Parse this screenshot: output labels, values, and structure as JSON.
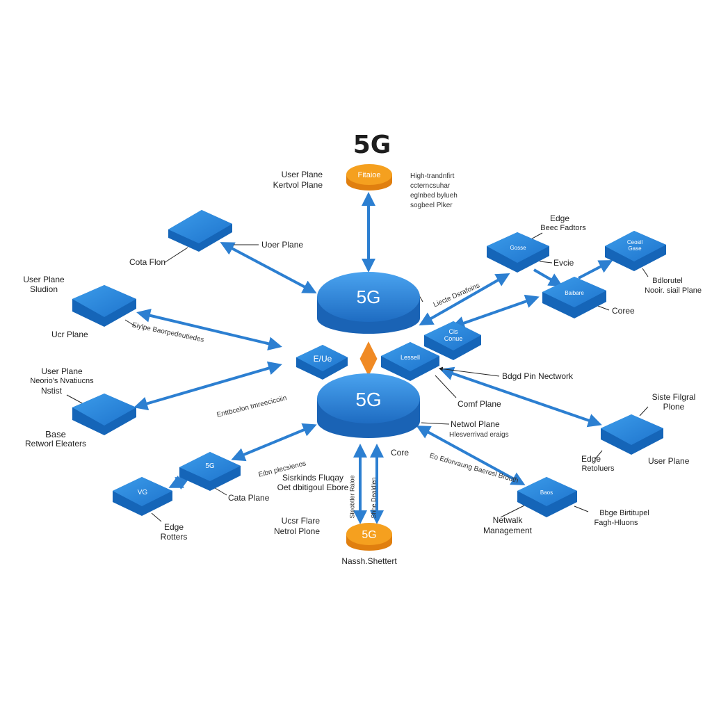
{
  "title": "5G",
  "colors": {
    "node_top": "#2f8ee0",
    "node_side": "#1565b8",
    "core_top": "#2f8ee0",
    "core_side": "#1f6fc4",
    "accent": "#f5a01f",
    "accent_side": "#e07f0f",
    "arrow": "#2c7fd1",
    "arrow_accent": "#f08a24",
    "background": "#ffffff"
  },
  "core_upper": {
    "label": "5G"
  },
  "core_lower": {
    "label": "5G"
  },
  "top_badge": {
    "label": "Fitaioe"
  },
  "bottom_badge": {
    "label": "5G"
  },
  "nodes": {
    "center_left": "E/Ue",
    "center_right": "Lessell",
    "center_upper_right": "Cis\nConue",
    "left_lower_inner": "5G",
    "left_lower_outer": "VG",
    "right_top_a": "Gosse",
    "right_top_b": "Ceosil\nGase",
    "right_mid": "Baibare",
    "right_bottom": "Baos"
  },
  "labels": {
    "top_left_1": "User Plane",
    "top_left_2": "Kertvol Plane",
    "top_right_1": "High-trandnfirt",
    "top_right_2": "ccterncsuhar",
    "top_right_3": "eglnbed bylueh",
    "top_right_4": "sogbeel Plker",
    "ul_arrow": "Uoer Plane",
    "ul_node": "Cota Flon",
    "left_top_1": "User Plane",
    "left_top_2": "Sludion",
    "left_top_3": "Ucr Plane",
    "left_arrow": "Eiylpe Baorpedeutiedes",
    "left_mid_1": "User Plane",
    "left_mid_2": "Neorio's Nvatiucns",
    "left_mid_3": "Nstist",
    "left_mid_arrow": "Enttbcelon tmreecicoiin",
    "left_low_1": "Base",
    "left_low_2": "Retworl Eleaters",
    "ll_arrow": "Eibn plecsienos",
    "ll_node": "Cata Plane",
    "edge_1": "Edge",
    "edge_2": "Rotters",
    "center_under_1": "Sisrkinds Fluqay",
    "center_under_2": "Oet dbitigoul Ebore",
    "bottom_left_1": "Ucsr Flare",
    "bottom_left_2": "Netrol Plone",
    "bottom": "Nassh.Shettert",
    "bottom_vert_1": "Steobtler Raloe",
    "bottom_vert_2": "Shhe Dealdlen",
    "right_top_1": "Edge",
    "right_top_2": "Beec Fadtors",
    "right_arrow": "Liecte Dsrafoins",
    "evcie": "Evcie",
    "right_far_1": "Bdlorutel",
    "right_far_2": "Nooir. siail Plane",
    "core_right": "Coree",
    "mid_right": "Bdgd Pin Nectwork",
    "comp": "Comf Plane",
    "net_1": "Netwol Plane",
    "net_2": "Hlesverrivad eraigs",
    "core": "Core",
    "core_arrow": "Eo Edorvaung Baeresl Brouth",
    "site_1": "Siste Filgral",
    "site_2": "Plone",
    "edge_r_1": "Edge",
    "edge_r_2": "Retoluers",
    "user_r": "User Plane",
    "nm_1": "Netwalk",
    "nm_2": "Management",
    "br_1": "Bbge Birtitupel",
    "br_2": "Fagh-Hluons"
  }
}
